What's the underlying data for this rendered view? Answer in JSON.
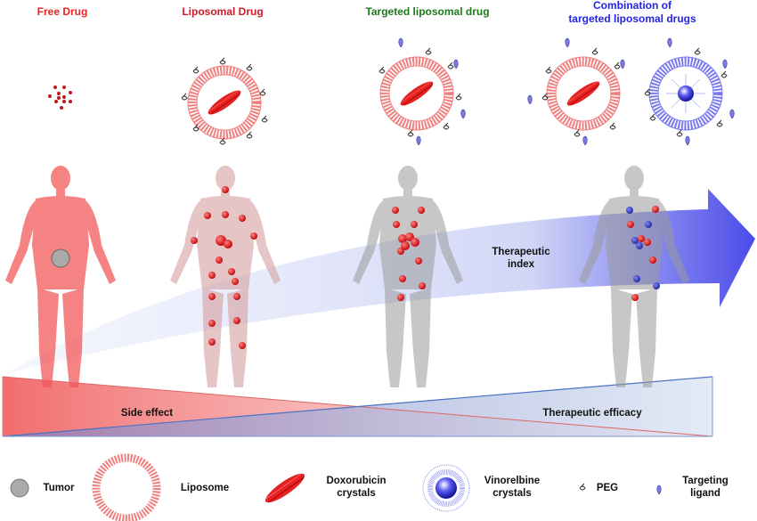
{
  "columns": [
    {
      "title": "Free Drug",
      "color": "#ee2222"
    },
    {
      "title": "Liposomal Drug",
      "color": "#cc1a2a"
    },
    {
      "title": "Targeted liposomal drug",
      "color": "#1d7a1d"
    },
    {
      "title_line1": "Combination of",
      "title_line2": "targeted liposomal drugs",
      "color": "#2222ee"
    }
  ],
  "arrow": {
    "label_line1": "Therapeutic",
    "label_line2": "index",
    "color": "#3a3ae8"
  },
  "balance": {
    "left_label": "Side effect",
    "right_label": "Therapeutic efficacy",
    "left_color": "#f26d6d",
    "right_color": "#b9cce6"
  },
  "figures": [
    {
      "name": "free-drug-body",
      "color": "#f05050"
    },
    {
      "name": "liposomal-drug-body",
      "color": "#c99090"
    },
    {
      "name": "targeted-drug-body",
      "color": "#8a8a8a"
    },
    {
      "name": "combination-drug-body",
      "color": "#8a8a8a"
    }
  ],
  "legend": [
    {
      "icon": "tumor-icon",
      "label": "Tumor"
    },
    {
      "icon": "liposome-icon",
      "label": "Liposome"
    },
    {
      "icon": "doxorubicin-crystals-icon",
      "label_line1": "Doxorubicin",
      "label_line2": "crystals"
    },
    {
      "icon": "vinorelbine-crystals-icon",
      "label_line1": "Vinorelbine",
      "label_line2": "crystals"
    },
    {
      "icon": "peg-icon",
      "label": "PEG"
    },
    {
      "icon": "targeting-ligand-icon",
      "label_line1": "Targeting",
      "label_line2": "ligand"
    }
  ]
}
